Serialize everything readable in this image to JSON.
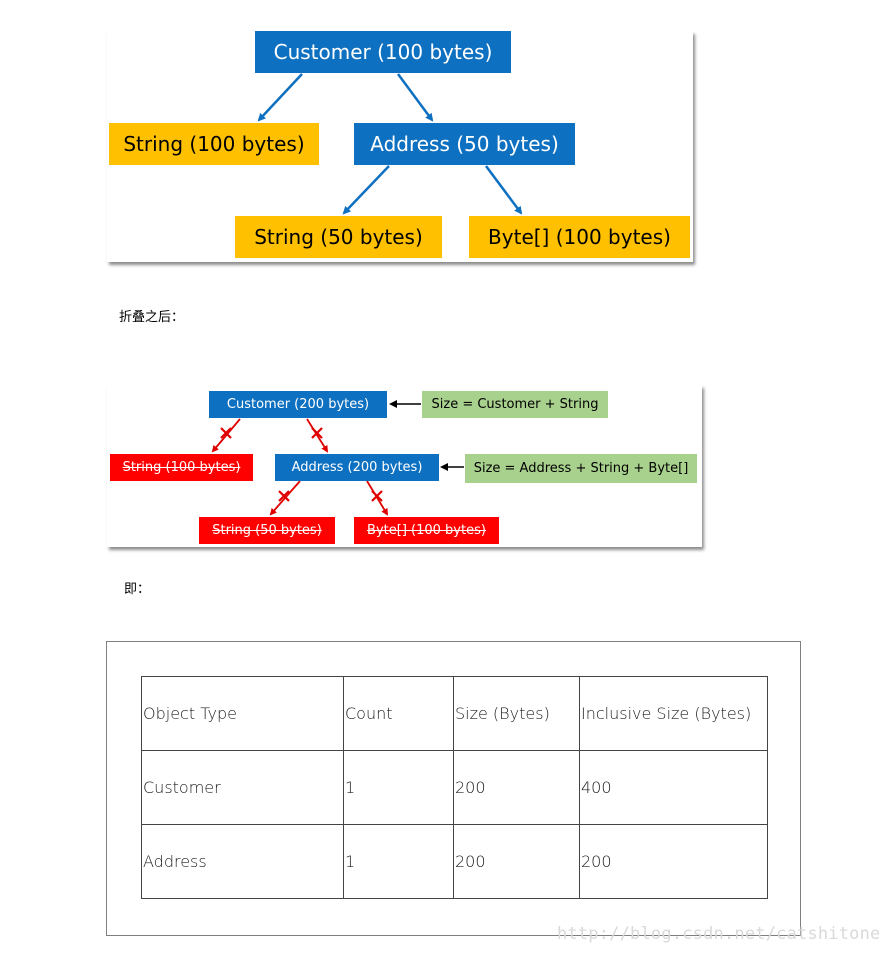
{
  "diagram1": {
    "customer": "Customer  (100 bytes)",
    "string_left": "String  (100 bytes)",
    "address": "Address  (50 bytes)",
    "string_bottom": "String  (50 bytes)",
    "byte_array": "Byte[]  (100 bytes)"
  },
  "caption_collapsed": "折叠之后：",
  "diagram2": {
    "customer": "Customer  (200 bytes)",
    "size_customer": "Size = Customer + String",
    "string_left": "String  (100 bytes)",
    "address": "Address  (200 bytes)",
    "size_address": "Size = Address + String + Byte[]",
    "string_bottom": "String  (50 bytes)",
    "byte_array": "Byte[]  (100 bytes)"
  },
  "caption_ie": "即：",
  "table": {
    "headers": [
      "Object Type",
      "Count",
      "Size (Bytes)",
      "Inclusive Size (Bytes)"
    ],
    "rows": [
      [
        "Customer",
        "1",
        "200",
        "400"
      ],
      [
        "Address",
        "1",
        "200",
        "200"
      ]
    ]
  },
  "watermark": "http://blog.csdn.net/catshitone",
  "colors": {
    "blue": "#0e70c0",
    "yellow": "#ffc000",
    "red": "#fe0000",
    "green": "#a9d18e"
  }
}
